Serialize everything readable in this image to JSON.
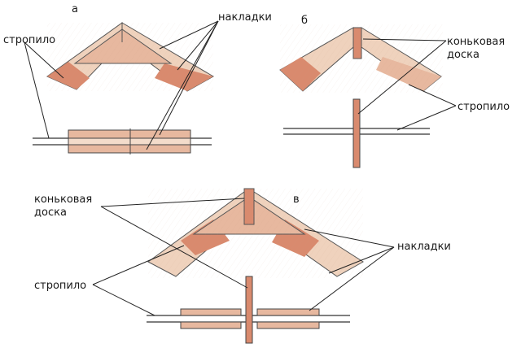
{
  "fig_a": {
    "letter": "а",
    "rafter": "стропило",
    "plates": "накладки"
  },
  "fig_b": {
    "letter": "б",
    "ridge_line1": "коньковая",
    "ridge_line2": "доска",
    "rafter": "стропило"
  },
  "fig_v": {
    "letter": "в",
    "ridge_line1": "коньковая",
    "ridge_line2": "доска",
    "rafter": "стропило",
    "plates": "накладки"
  },
  "colors": {
    "wood": "#eccfb8",
    "wood_dark": "#d7775c",
    "wood_mid": "#e8b49a",
    "ink": "#2b2b2b"
  }
}
